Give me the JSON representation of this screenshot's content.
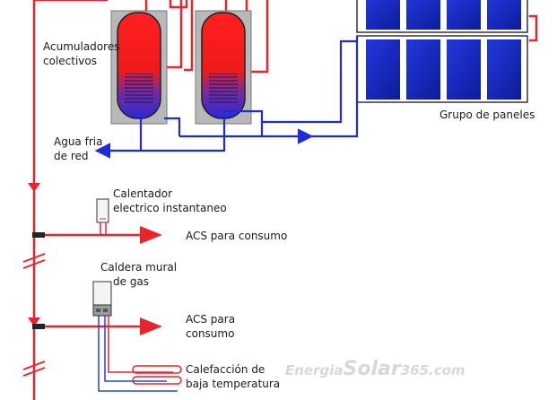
{
  "labels": {
    "accumulators_line1": "Acumuladores",
    "accumulators_line2": "colectivos",
    "panels": "Grupo de paneles",
    "cold_water_line1": "Agua fria",
    "cold_water_line2": "de red",
    "heater_line1": "Calentador",
    "heater_line2": "electrico instantaneo",
    "acs1": "ACS para consumo",
    "boiler_line1": "Caldera mural",
    "boiler_line2": "de gas",
    "acs2_line1": "ACS para",
    "acs2_line2": "consumo",
    "heating_line1": "Calefacción de",
    "heating_line2": "baja temperatura"
  },
  "watermark": {
    "prefix": "Energia",
    "brand": "Solar",
    "suffix": "365.com"
  },
  "colors": {
    "hot": "#e8252d",
    "cold": "#1f2bd6",
    "panel": "#1830c8",
    "tank_casing": "#b8b8b8"
  }
}
